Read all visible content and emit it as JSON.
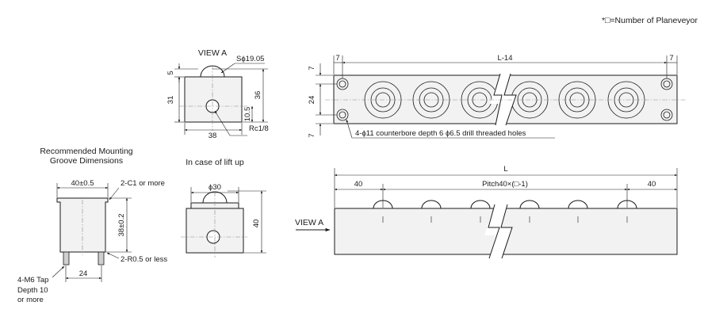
{
  "note": "*□=Number of Planeveyor",
  "view_a": {
    "title": "VIEW A",
    "sphere": "Sϕ19.05",
    "dim_5": "5",
    "dim_31": "31",
    "dim_36": "36",
    "dim_10_5": "10.5",
    "dim_38": "38",
    "port": "Rc1/8"
  },
  "top_view": {
    "dim_7_left": "7",
    "dim_span": "L-14",
    "dim_7_right": "7",
    "dim_7_top": "7",
    "dim_24": "24",
    "dim_7_bottom": "7",
    "holes_note": "4-ϕ11 counterbore depth 6   ϕ6.5 drill threaded holes"
  },
  "groove": {
    "title_line1": "Recommended Mounting",
    "title_line2": "Groove Dimensions",
    "dim_width": "40±0.5",
    "chamfer": "2-C1 or more",
    "dim_height": "38±0.2",
    "radius": "2-R0.5 or less",
    "dim_24": "24",
    "tap_line1": "4-M6 Tap",
    "tap_line2": "Depth 10",
    "tap_line3": "or more"
  },
  "lift": {
    "title": "In case of lift up",
    "dim_30": "ϕ30",
    "dim_40": "40"
  },
  "side": {
    "dim_L": "L",
    "dim_40_left": "40",
    "pitch": "Pitch40×(□-1)",
    "dim_40_right": "40",
    "view_label": "VIEW A"
  }
}
